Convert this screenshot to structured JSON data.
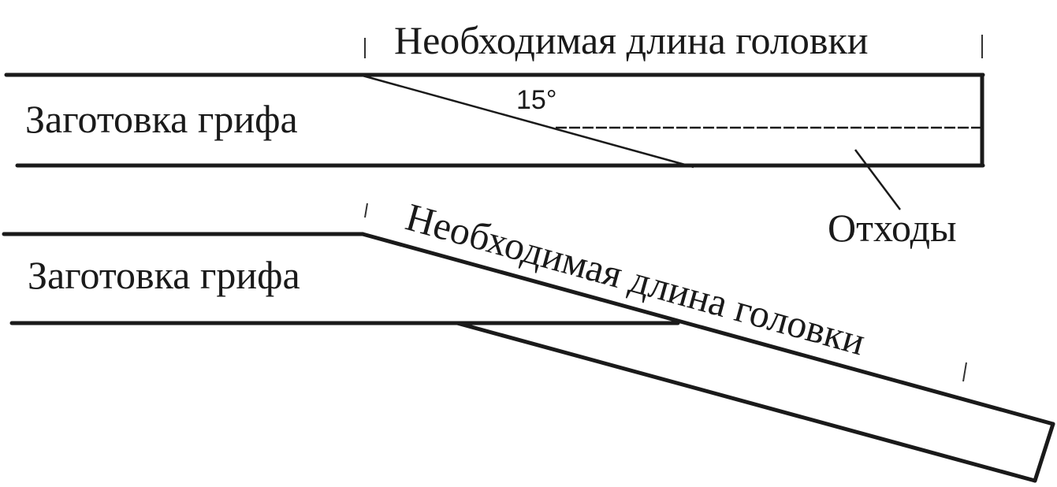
{
  "top": {
    "dimension_label": "Необходимая длина головки",
    "blank_label": "Заготовка грифа",
    "angle_label": "15°",
    "waste_label": "Отходы"
  },
  "bottom": {
    "dimension_label": "Необходимая длина головки",
    "blank_label": "Заготовка грифа"
  }
}
